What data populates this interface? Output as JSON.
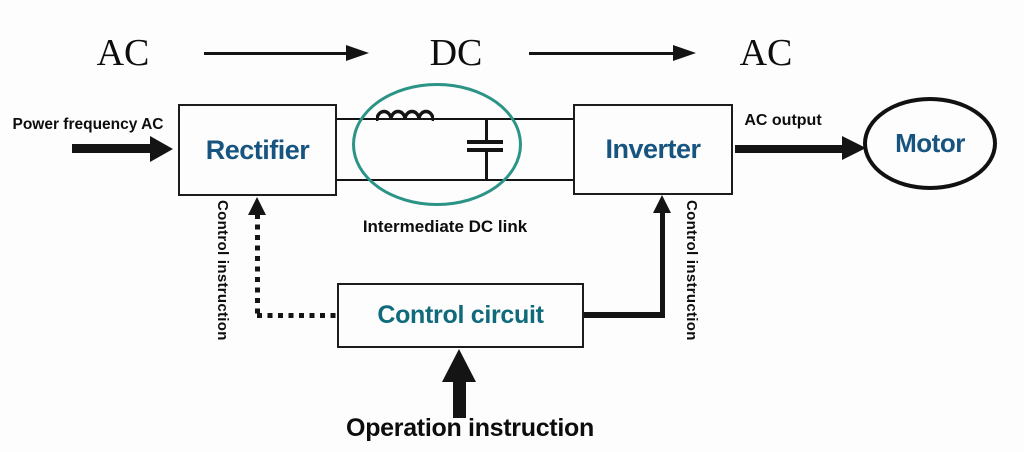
{
  "flow": {
    "stage1": "AC",
    "stage2": "DC",
    "stage3": "AC"
  },
  "blocks": {
    "rectifier": {
      "label": "Rectifier"
    },
    "inverter": {
      "label": "Inverter"
    },
    "motor": {
      "label": "Motor"
    },
    "control_circuit": {
      "label": "Control circuit"
    }
  },
  "labels": {
    "power_frequency_ac": "Power frequency AC",
    "intermediate_dc_link": "Intermediate DC link",
    "ac_output": "AC output",
    "control_instruction_left": "Control instruction",
    "control_instruction_right": "Control instruction",
    "operation_instruction": "Operation instruction"
  },
  "icons": {
    "inductor": "inductor-coil",
    "capacitor": "capacitor"
  },
  "colors": {
    "line": "#141414",
    "block_label": "#175580",
    "control_label": "#0f6b7b",
    "ellipse": "#2b9486",
    "text": "#0d0d0d"
  }
}
